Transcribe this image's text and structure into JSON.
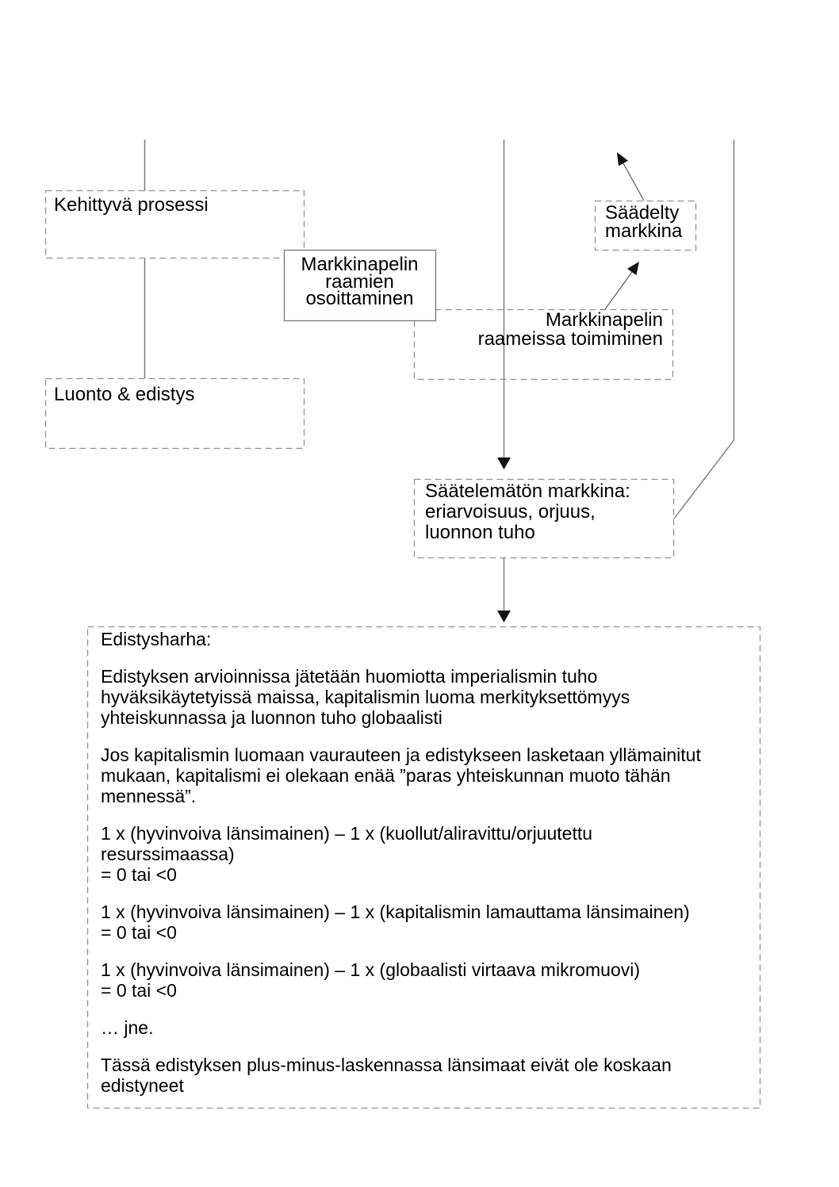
{
  "diagram": {
    "boxes": {
      "kehittyva": {
        "label": "Kehittyvä prosessi"
      },
      "osoittaminen": {
        "label": "Markkinapelin\nraamien\nosoittaminen"
      },
      "raameissa": {
        "label": "Markkinapelin\nraameissa toimiminen"
      },
      "saadelty": {
        "label": "Säädelty\nmarkkina"
      },
      "luonto": {
        "label": "Luonto & edistys"
      },
      "saatelematon": {
        "label": "Säätelemätön markkina:\neriarvoisuus, orjuus,\nluonnon tuho"
      },
      "edistysharha": {
        "title": "Edistysharha:",
        "paragraphs": [
          "Edistyksen arvioinnissa jätetään huomiotta imperialismin tuho\nhyväksikäytetyissä maissa, kapitalismin luoma merkityksettömyys\nyhteiskunnassa ja luonnon tuho globaalisti",
          "Jos kapitalismin luomaan vaurauteen ja edistykseen lasketaan yllämainitut\nmukaan, kapitalismi ei olekaan enää ”paras yhteiskunnan muoto tähän\nmennessä”.",
          "1 x (hyvinvoiva länsimainen) – 1 x (kuollut/aliravittu/orjuutettu\nresurssimaassa)\n= 0 tai <0",
          "1 x (hyvinvoiva länsimainen) – 1 x (kapitalismin lamauttama länsimainen)\n= 0 tai <0",
          "1 x (hyvinvoiva länsimainen) – 1 x (globaalisti virtaava mikromuovi)\n= 0 tai <0",
          "… jne.",
          "Tässä edistyksen plus-minus-laskennassa länsimaat eivät ole koskaan\nedistyneet"
        ]
      }
    },
    "colors": {
      "dashed_border": "#909090",
      "solid_border": "#787878",
      "connector_line": "#777777",
      "arrow_shaft": "#555555",
      "arrowhead": "#111111",
      "text": "#000000",
      "background": "#ffffff"
    }
  }
}
